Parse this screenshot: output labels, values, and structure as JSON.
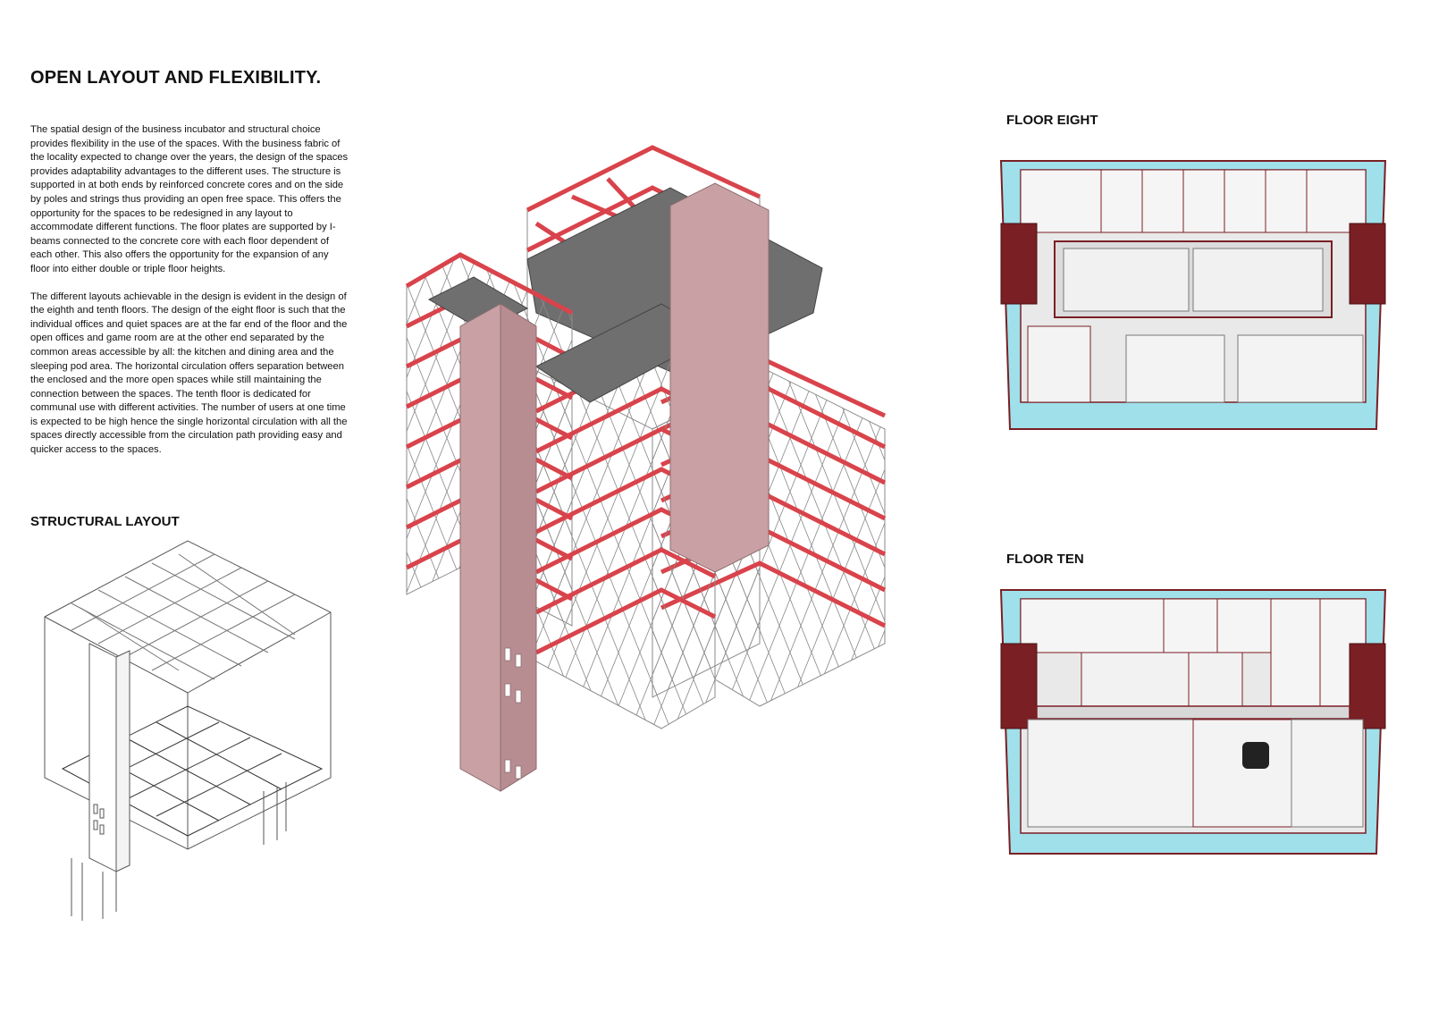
{
  "page": {
    "title": "OPEN LAYOUT AND FLEXIBILITY."
  },
  "description": {
    "paragraph_1": "The spatial design of the business incubator and structural choice provides flexibility in the use of the spaces. With the business fabric of the locality expected to change over the years, the design of the spaces provides adaptability advantages to the different uses. The structure is supported in at both ends by reinforced concrete cores and on the side by poles and strings thus providing an open free space. This offers the opportunity for the spaces to be redesigned in any layout to accommodate different functions. The floor plates are supported by I-beams connected to the concrete core with each floor dependent of each other. This also offers the opportunity for the expansion of any floor into either double or triple floor heights.",
    "paragraph_2": "The different layouts achievable in the design is evident in the design of the eighth and tenth floors. The design of the eight floor is such that the individual offices and quiet spaces are at the far end of the floor and the open offices and game room are at the other end separated by the common areas accessible by all: the kitchen and dining area and the sleeping pod area. The horizontal circulation offers separation between the enclosed and the more open spaces while still maintaining the connection between the spaces. The tenth floor is dedicated for communal use with different activities. The number of users at one time is expected to be high hence the single horizontal circulation with all the spaces directly accessible from the circulation path providing easy and quicker access to the spaces."
  },
  "sections": {
    "structural_layout": "STRUCTURAL LAYOUT",
    "floor_eight": "FLOOR EIGHT",
    "floor_ten": "FLOOR TEN"
  },
  "colors": {
    "frame_red": "#d9434b",
    "frame_line": "#8a8a8a",
    "core_pink": "#c9a1a4",
    "slab_gray": "#6f6f6f",
    "plan_cyan": "#9fe0ea",
    "plan_wall": "#7a1f24",
    "plan_floor": "#e9e9e9"
  }
}
